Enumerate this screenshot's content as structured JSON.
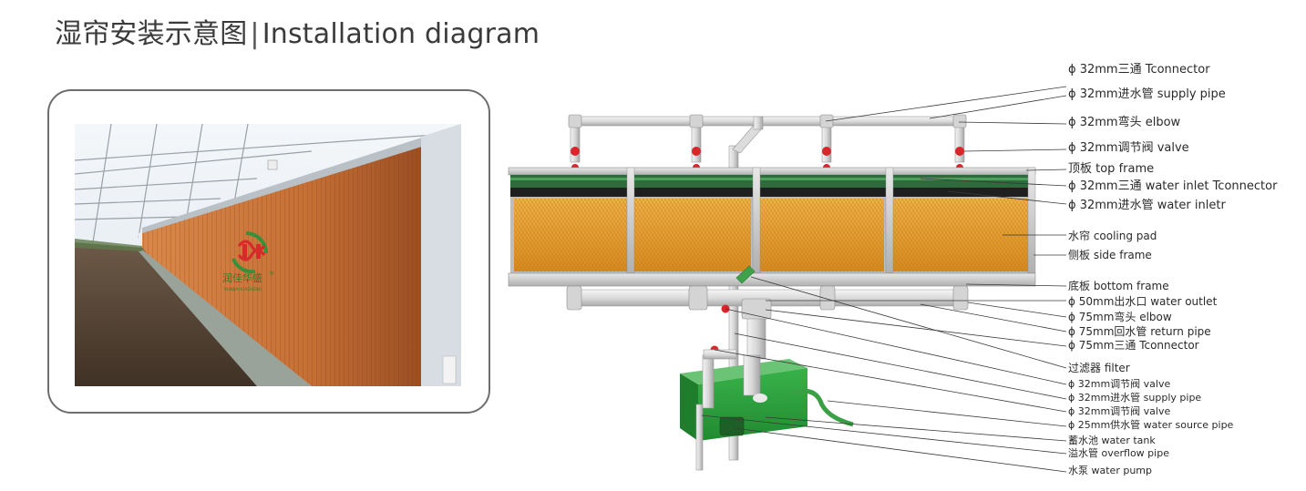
{
  "header": {
    "title_cn": "湿帘安装示意图",
    "divider": "|",
    "title_en": "Installation diagram"
  },
  "photo": {
    "logo_text": "润佳华盛",
    "logo_subtext": "RUNJIAHUASHENG",
    "logo_registered": "®"
  },
  "colors": {
    "pad_orange": "#e0a030",
    "pipe_white": "#e6e6e6",
    "valve_red": "#d8262b",
    "tank_green": "#2e9e3e",
    "frame_dark": "#2a2a2a"
  },
  "callouts": [
    {
      "label": "ϕ 32mm三通 Tconnector"
    },
    {
      "label": "ϕ 32mm进水管 supply pipe"
    },
    {
      "label": "ϕ 32mm弯头 elbow"
    },
    {
      "label": "ϕ 32mm调节阀 valve"
    },
    {
      "label": "顶板 top frame"
    },
    {
      "label": "ϕ 32mm三通 water inlet Tconnector"
    },
    {
      "label": "ϕ 32mm进水管 water inletr"
    },
    {
      "label": "水帘 cooling pad"
    },
    {
      "label": "侧板 side frame"
    },
    {
      "label": "底板 bottom frame"
    },
    {
      "label": "ϕ 50mm出水口 water outlet"
    },
    {
      "label": "ϕ 75mm弯头 elbow"
    },
    {
      "label": "ϕ 75mm回水管 return pipe"
    },
    {
      "label": "ϕ 75mm三通 Tconnector"
    },
    {
      "label": "过滤器 filter"
    },
    {
      "label": "ϕ 32mm调节阀 valve"
    },
    {
      "label": "ϕ 32mm进水管 supply pipe"
    },
    {
      "label": "ϕ 32mm调节阀 valve"
    },
    {
      "label": "ϕ 25mm供水管 water source pipe"
    },
    {
      "label": "蓄水池 water tank"
    },
    {
      "label": "溢水管 overflow pipe"
    },
    {
      "label": "水泵 water pump"
    }
  ]
}
